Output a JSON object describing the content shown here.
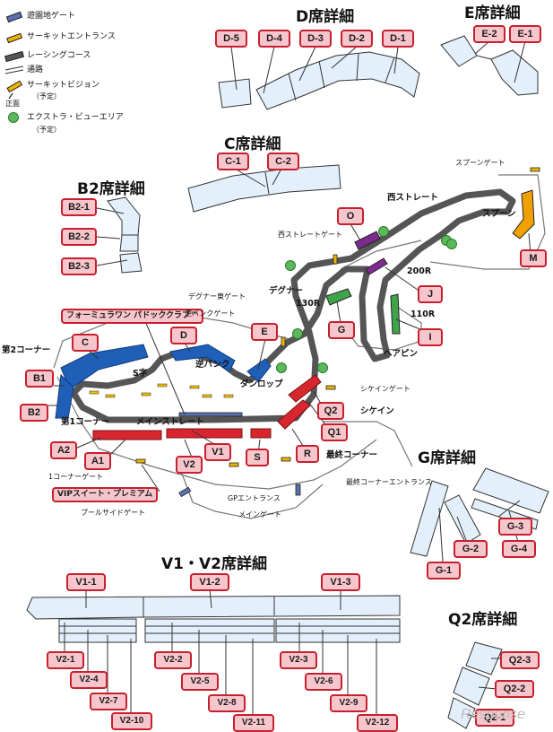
{
  "legend": {
    "park_gate": "遊園地ゲート",
    "circuit_entrance": "サーキットエントランス",
    "racing_course": "レーシングコース",
    "passage": "通路",
    "circuit_vision": "サーキットビジョン",
    "planned": "（予定）",
    "front": "正面",
    "extra_view_area": "エクストラ・ビューエリア",
    "colors": {
      "gate": "#5a70b0",
      "entrance": "#f0b400",
      "course": "#555555",
      "view": "#5cb85c"
    }
  },
  "headings": {
    "d": "D席詳細",
    "e": "E席詳細",
    "c": "C席詳細",
    "b2": "B2席詳細",
    "g": "G席詳細",
    "v": "V1・V2席詳細",
    "q2": "Q2席詳細"
  },
  "d_tags": [
    "D-5",
    "D-4",
    "D-3",
    "D-2",
    "D-1"
  ],
  "e_tags": [
    "E-2",
    "E-1"
  ],
  "c_tags": [
    "C-1",
    "C-2"
  ],
  "b2_tags": [
    "B2-1",
    "B2-2",
    "B2-3"
  ],
  "g_tags": [
    "G-3",
    "G-2",
    "G-4",
    "G-1"
  ],
  "q2_tags": [
    "Q2-3",
    "Q2-2",
    "Q2-1"
  ],
  "v1_tags": [
    "V1-1",
    "V1-2",
    "V1-3"
  ],
  "v2_tags": [
    "V2-1",
    "V2-4",
    "V2-7",
    "V2-10",
    "V2-2",
    "V2-5",
    "V2-8",
    "V2-11",
    "V2-3",
    "V2-6",
    "V2-9",
    "V2-12"
  ],
  "map_tags": {
    "C": "C",
    "D": "D",
    "E": "E",
    "B1": "B1",
    "B2": "B2",
    "O": "O",
    "M": "M",
    "J": "J",
    "G": "G",
    "I": "I",
    "Q2": "Q2",
    "Q1": "Q1",
    "R": "R",
    "S": "S",
    "V1": "V1",
    "V2": "V2",
    "A1": "A1",
    "A2": "A2"
  },
  "map_labels": {
    "spoon_gate": "スプーンゲート",
    "west_straight": "西ストレート",
    "spoon": "スプーン",
    "west_straight_gate": "西ストレートゲート",
    "r200": "200R",
    "degner": "デグナー",
    "r130": "130R",
    "r110": "110R",
    "degner_east_gate": "デグナー東ゲート",
    "reverse_bank_gate": "逆バンクゲート",
    "hairpin": "ヘアピン",
    "second_corner": "第2コーナー",
    "s_curve": "S字",
    "reverse_bank": "逆バンク",
    "dunlop": "ダンロップ",
    "chicane_gate": "シケインゲート",
    "chicane": "シケイン",
    "first_corner": "第1コーナー",
    "main_straight": "メインストレート",
    "final_corner": "最終コーナー",
    "first_corner_gate": "1コーナーゲート",
    "final_corner_entrance": "最終コーナーエントランス",
    "gp_entrance": "GPエントランス",
    "main_gate": "メインゲート",
    "poolside_gate": "プールサイドゲート",
    "f1_paddock_club": "フォーミュラワン パドッククラブ™",
    "vip_suite": "VIPスイート・プレミアム"
  },
  "watermark": "Response"
}
